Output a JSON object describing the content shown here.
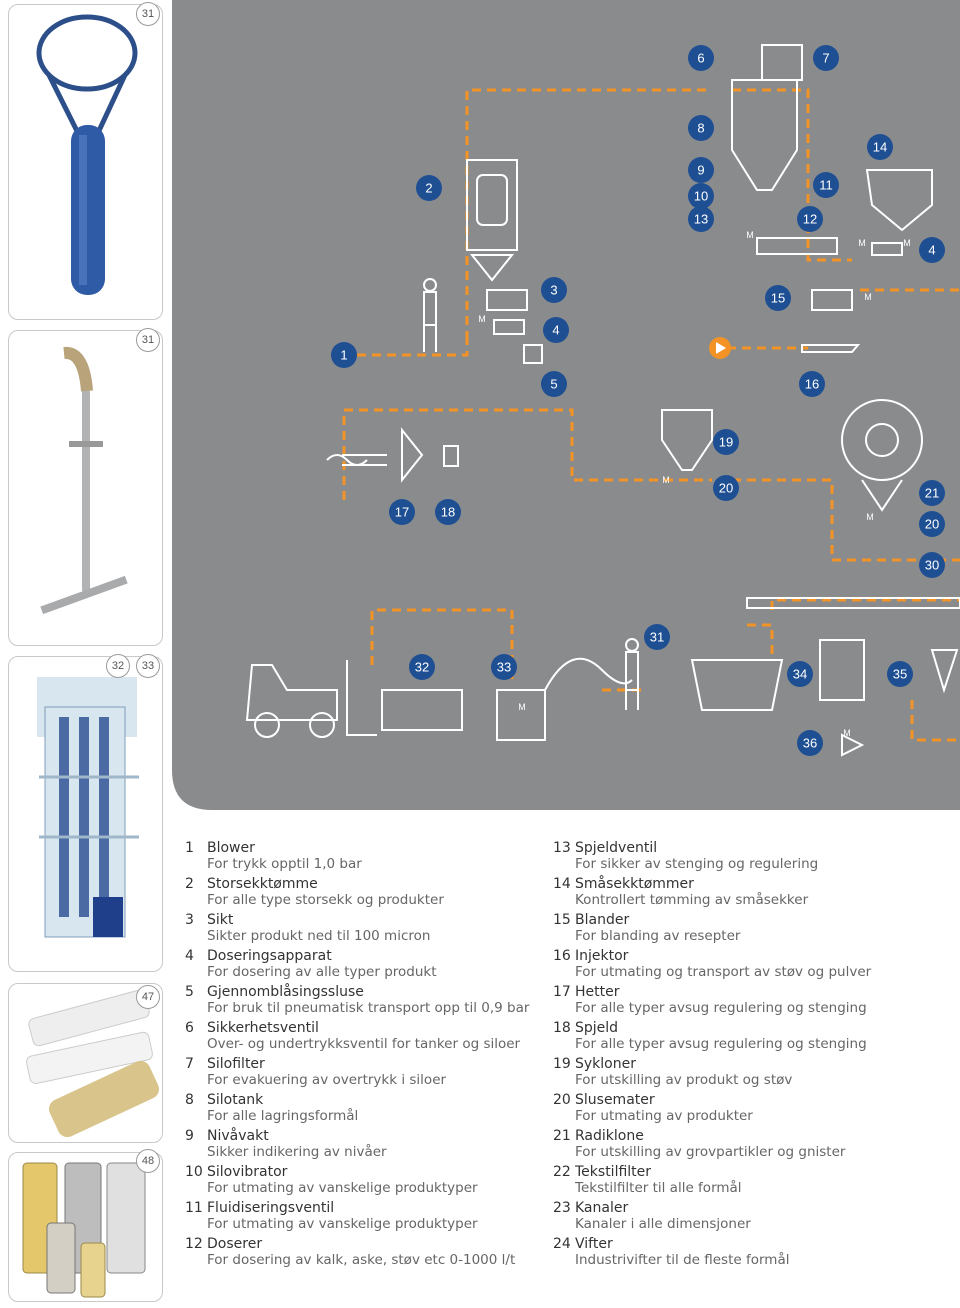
{
  "page_badges": [
    "31",
    "31",
    "32",
    "33",
    "47",
    "48"
  ],
  "diagram": {
    "callouts": [
      "1",
      "2",
      "3",
      "4",
      "4",
      "5",
      "6",
      "7",
      "8",
      "9",
      "10",
      "11",
      "12",
      "13",
      "14",
      "15",
      "16",
      "17",
      "18",
      "19",
      "20",
      "20",
      "21",
      "30",
      "31",
      "32",
      "33",
      "34",
      "35",
      "36"
    ],
    "motor_label": "M"
  },
  "legend": [
    {
      "num": "1",
      "title": "Blower",
      "desc": "For trykk opptil 1,0 bar"
    },
    {
      "num": "2",
      "title": "Storsekktømme",
      "desc": "For alle type storsekk og produkter"
    },
    {
      "num": "3",
      "title": "Sikt",
      "desc": "Sikter produkt ned til 100 micron"
    },
    {
      "num": "4",
      "title": "Doseringsapparat",
      "desc": "For dosering av alle typer produkt"
    },
    {
      "num": "5",
      "title": "Gjennomblåsingssluse",
      "desc": "For bruk til pneumatisk transport opp til 0,9 bar"
    },
    {
      "num": "6",
      "title": "Sikkerhetsventil",
      "desc": "Over- og undertrykksventil for tanker og siloer"
    },
    {
      "num": "7",
      "title": "Silofilter",
      "desc": "For evakuering av overtrykk i siloer"
    },
    {
      "num": "8",
      "title": "Silotank",
      "desc": "For alle lagringsformål"
    },
    {
      "num": "9",
      "title": "Nivåvakt",
      "desc": "Sikker indikering av nivåer"
    },
    {
      "num": "10",
      "title": "Silovibrator",
      "desc": "For utmating av vanskelige produktyper"
    },
    {
      "num": "11",
      "title": "Fluidiseringsventil",
      "desc": "For utmating av vanskelige produktyper"
    },
    {
      "num": "12",
      "title": "Doserer",
      "desc": "For dosering av kalk, aske, støv etc 0-1000 l/t"
    },
    {
      "num": "13",
      "title": "Spjeldventil",
      "desc": "For sikker av stenging og regulering"
    },
    {
      "num": "14",
      "title": "Småsekktømmer",
      "desc": "Kontrollert tømming av småsekker"
    },
    {
      "num": "15",
      "title": "Blander",
      "desc": "For blanding av resepter"
    },
    {
      "num": "16",
      "title": "Injektor",
      "desc": "For utmating og transport av støv og pulver"
    },
    {
      "num": "17",
      "title": "Hetter",
      "desc": "For alle typer  avsug regulering og stenging"
    },
    {
      "num": "18",
      "title": "Spjeld",
      "desc": "For alle typer  avsug regulering og stenging"
    },
    {
      "num": "19",
      "title": "Sykloner",
      "desc": "For utskilling av produkt og støv"
    },
    {
      "num": "20",
      "title": "Slusemater",
      "desc": "For utmating av produkter"
    },
    {
      "num": "21",
      "title": "Radiklone",
      "desc": "For utskilling av grovpartikler og gnister"
    },
    {
      "num": "22",
      "title": "Tekstilfilter",
      "desc": "Tekstilfilter til alle formål"
    },
    {
      "num": "23",
      "title": "Kanaler",
      "desc": "Kanaler i alle dimensjoner"
    },
    {
      "num": "24",
      "title": "Vifter",
      "desc": "Industrivifter til de fleste formål"
    }
  ],
  "colors": {
    "panel": "#8a8b8d",
    "callout": "#1f4f93",
    "pipe": "#f39325",
    "line": "#ffffff"
  }
}
